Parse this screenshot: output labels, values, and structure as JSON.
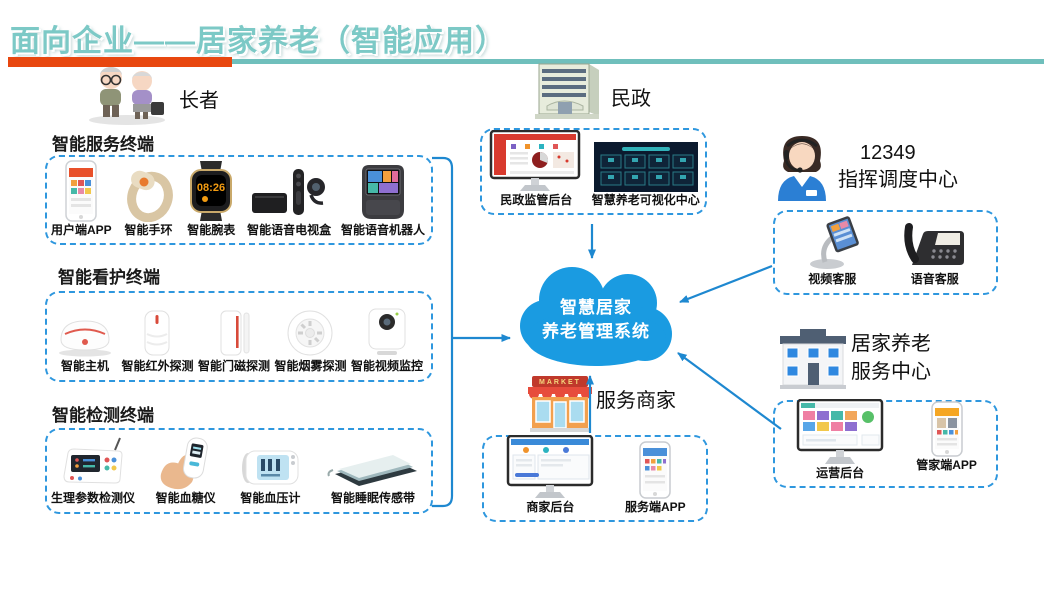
{
  "title": "面向企业——居家养老（智能应用）",
  "actors": {
    "elder": "长者",
    "civil_affairs": "民政",
    "merchants": "服务商家",
    "dispatch_line1": "12349",
    "dispatch_line2": "指挥调度中心",
    "service_center_line1": "居家养老",
    "service_center_line2": "服务中心"
  },
  "cloud": {
    "line1": "智慧居家",
    "line2": "养老管理系统"
  },
  "sections": {
    "service": {
      "header": "智能服务终端",
      "items": [
        {
          "label": "用户端APP"
        },
        {
          "label": "智能手环"
        },
        {
          "label": "智能腕表"
        },
        {
          "label": "智能语音电视盒"
        },
        {
          "label": "智能语音机器人"
        }
      ]
    },
    "care": {
      "header": "智能看护终端",
      "items": [
        {
          "label": "智能主机"
        },
        {
          "label": "智能红外探测"
        },
        {
          "label": "智能门磁探测"
        },
        {
          "label": "智能烟雾探测"
        },
        {
          "label": "智能视频监控"
        }
      ]
    },
    "detect": {
      "header": "智能检测终端",
      "items": [
        {
          "label": "生理参数检测仪"
        },
        {
          "label": "智能血糖仪"
        },
        {
          "label": "智能血压计"
        },
        {
          "label": "智能睡眠传感带"
        }
      ]
    },
    "civil": {
      "items": [
        {
          "label": "民政监管后台"
        },
        {
          "label": "智慧养老可视化中心"
        }
      ]
    },
    "dispatch": {
      "items": [
        {
          "label": "视频客服"
        },
        {
          "label": "语音客服"
        }
      ]
    },
    "service_center": {
      "items": [
        {
          "label": "运营后台"
        },
        {
          "label": "管家端APP"
        }
      ]
    },
    "merchant": {
      "items": [
        {
          "label": "商家后台"
        },
        {
          "label": "服务端APP"
        }
      ]
    }
  },
  "device_text": {
    "watch_time": "08:26",
    "market_sign": "MARKET"
  },
  "colors": {
    "accent_teal": "#7cc9c6",
    "accent_red": "#e8470f",
    "box_border": "#2e97de",
    "arrow": "#1e88d0",
    "cloud": "#1a9be1"
  }
}
